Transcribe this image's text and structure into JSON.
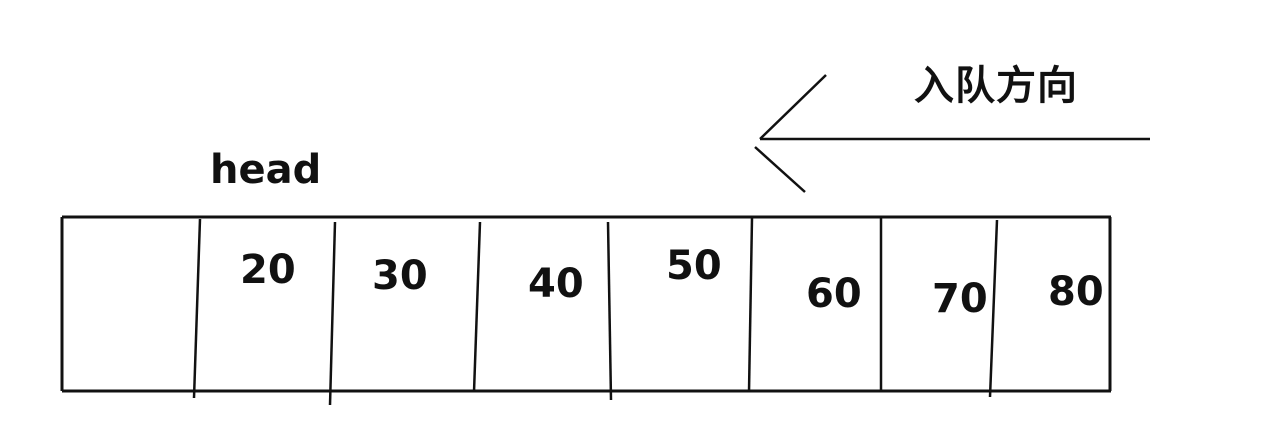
{
  "queue": {
    "direction_label": "入队方向",
    "head_label": "head",
    "cells": [
      {
        "value": ""
      },
      {
        "value": "20"
      },
      {
        "value": "30"
      },
      {
        "value": "40"
      },
      {
        "value": "50"
      },
      {
        "value": "60"
      },
      {
        "value": "70"
      },
      {
        "value": "80"
      }
    ]
  },
  "colors": {
    "ink": "#111111",
    "background": "#ffffff"
  }
}
